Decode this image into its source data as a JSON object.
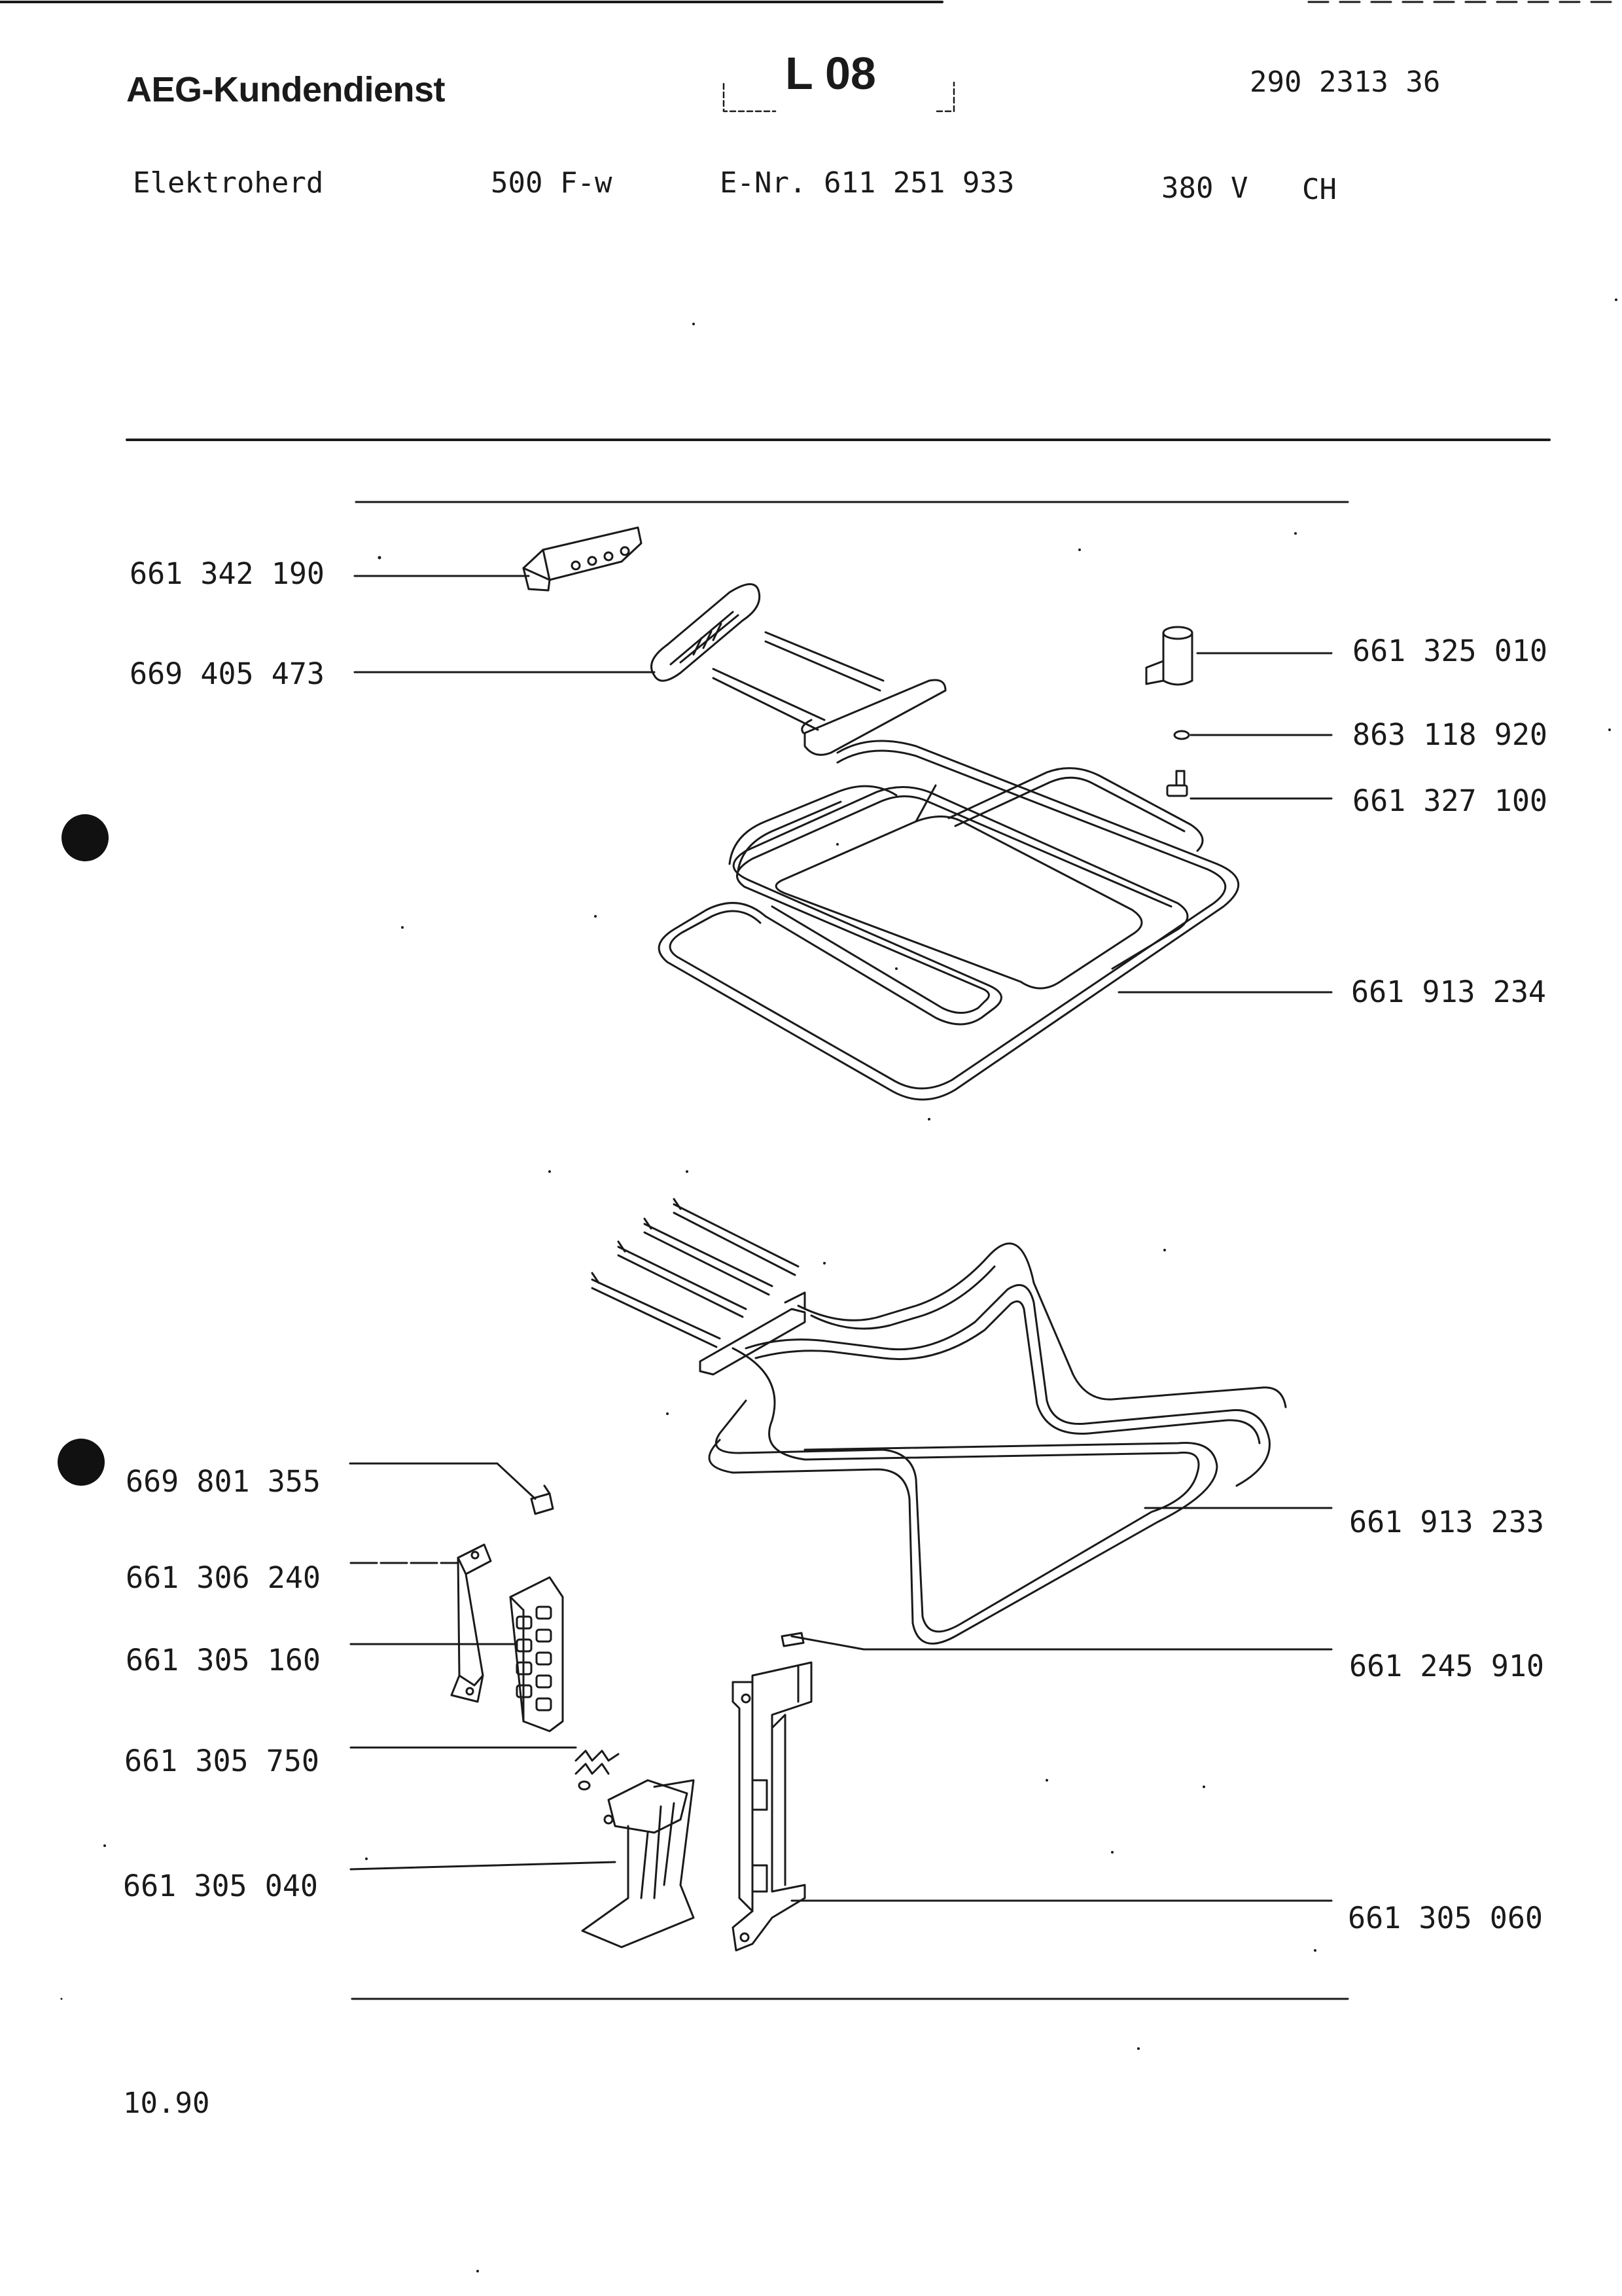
{
  "header": {
    "brand": "AEG-Kundendienst",
    "sheet_code": "L 08",
    "document_number": "290 2313 36",
    "appliance": "Elektroherd",
    "model": "500 F-w",
    "e_number": "E-Nr. 611 251 933",
    "voltage": "380 V",
    "country": "CH"
  },
  "parts_top": [
    "661 342 190",
    "669 405 473",
    "661 325 010",
    "863 118 920",
    "661 327 100",
    "661 913 234"
  ],
  "parts_bottom": [
    "669 801 355",
    "661 306 240",
    "661 305 160",
    "661 305 750",
    "661 305 040",
    "661 913 233",
    "661 245 910",
    "661 305 060"
  ],
  "footer": {
    "date": "10.90"
  },
  "colors": {
    "ink": "#1a1a1a",
    "paper": "#ffffff"
  }
}
